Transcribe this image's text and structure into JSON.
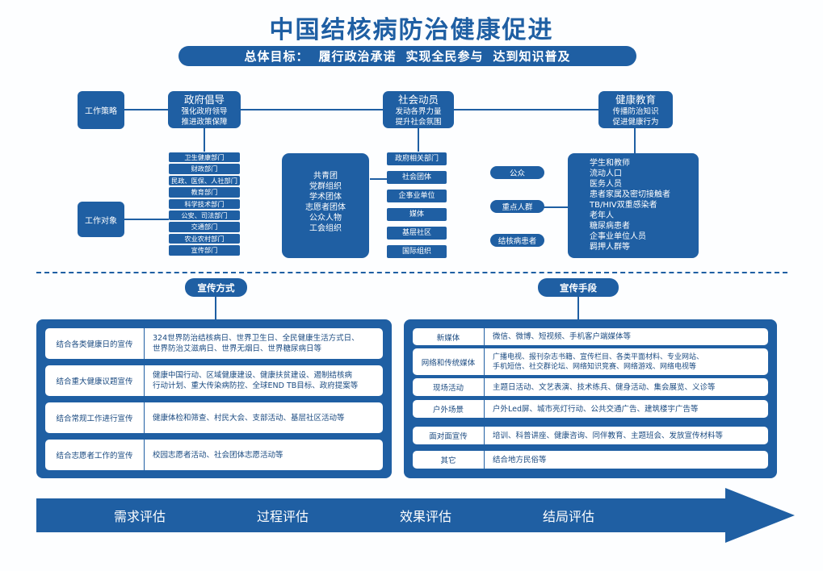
{
  "title": "中国结核病防治健康促进",
  "goal": {
    "label": "总体目标：",
    "items": [
      "履行政治承诺",
      "实现全民参与",
      "达到知识普及"
    ]
  },
  "row_labels": {
    "strategy": "工作策略",
    "target": "工作对象"
  },
  "strategies": [
    {
      "head": "政府倡导",
      "l1": "强化政府领导",
      "l2": "推进政策保障"
    },
    {
      "head": "社会动员",
      "l1": "发动各界力量",
      "l2": "提升社会氛围"
    },
    {
      "head": "健康教育",
      "l1": "传播防治知识",
      "l2": "促进健康行为"
    }
  ],
  "gov_departments": [
    "卫生健康部门",
    "财政部门",
    "民政、医保、人社部门",
    "教育部门",
    "科学技术部门",
    "公安、司法部门",
    "交通部门",
    "农业农村部门",
    "宣传部门"
  ],
  "social_groups": [
    "共青团",
    "党群组织",
    "学术团体",
    "志愿者团体",
    "公众人物",
    "工会组织"
  ],
  "social_orgs": [
    "政府相关部门",
    "社会团体",
    "企事业单位",
    "媒体",
    "基层社区",
    "国际组织"
  ],
  "audiences": [
    "公众",
    "重点人群",
    "结核病患者"
  ],
  "key_groups": [
    "学生和教师",
    "流动人口",
    "医务人员",
    "患者家属及密切接触者",
    "TB/HIV双重感染者",
    "老年人",
    "糖尿病患者",
    "企事业单位人员",
    "羁押人群等"
  ],
  "methods": {
    "title": "宣传方式",
    "rows": [
      {
        "label": "结合各类健康日的宣传",
        "lines": [
          "324世界防治结核病日、世界卫生日、全民健康生活方式日、",
          "世界防治艾滋病日、世界无烟日、世界糖尿病日等"
        ]
      },
      {
        "label": "结合重大健康议题宣传",
        "lines": [
          "健康中国行动、区域健康建设、健康扶贫建设、遏制结核病",
          "行动计划、重大传染病防控、全球END TB目标、政府提案等"
        ]
      },
      {
        "label": "结合常规工作进行宣传",
        "lines": [
          "健康体检和筛查、村民大会、支部活动、基层社区活动等"
        ]
      },
      {
        "label": "结合志愿者工作的宣传",
        "lines": [
          "校园志愿者活动、社会团体志愿活动等"
        ]
      }
    ]
  },
  "means": {
    "title": "宣传手段",
    "rows": [
      {
        "label": "新媒体",
        "lines": [
          "微信、微博、短视频、手机客户端媒体等"
        ]
      },
      {
        "label": "网络和传统媒体",
        "lines": [
          "广播电视、报刊杂志书籍、宣传栏目、各类平面材料、专业网站、",
          "手机短信、社交群论坛、网络知识竞赛、网络游戏、网络电视等"
        ]
      },
      {
        "label": "现场活动",
        "lines": [
          "主题日活动、文艺表演、技术练兵、健身活动、集会展览、义诊等"
        ]
      },
      {
        "label": "户外场景",
        "lines": [
          "户外Led屏、城市亮灯行动、公共交通广告、建筑楼宇广告等"
        ]
      },
      {
        "label": "面对面宣传",
        "lines": [
          "培训、科普讲座、健康咨询、同伴教育、主题班会、发放宣传材料等"
        ]
      },
      {
        "label": "其它",
        "lines": [
          "结合地方民俗等"
        ]
      }
    ]
  },
  "evaluation": [
    "需求评估",
    "过程评估",
    "效果评估",
    "结局评估"
  ]
}
